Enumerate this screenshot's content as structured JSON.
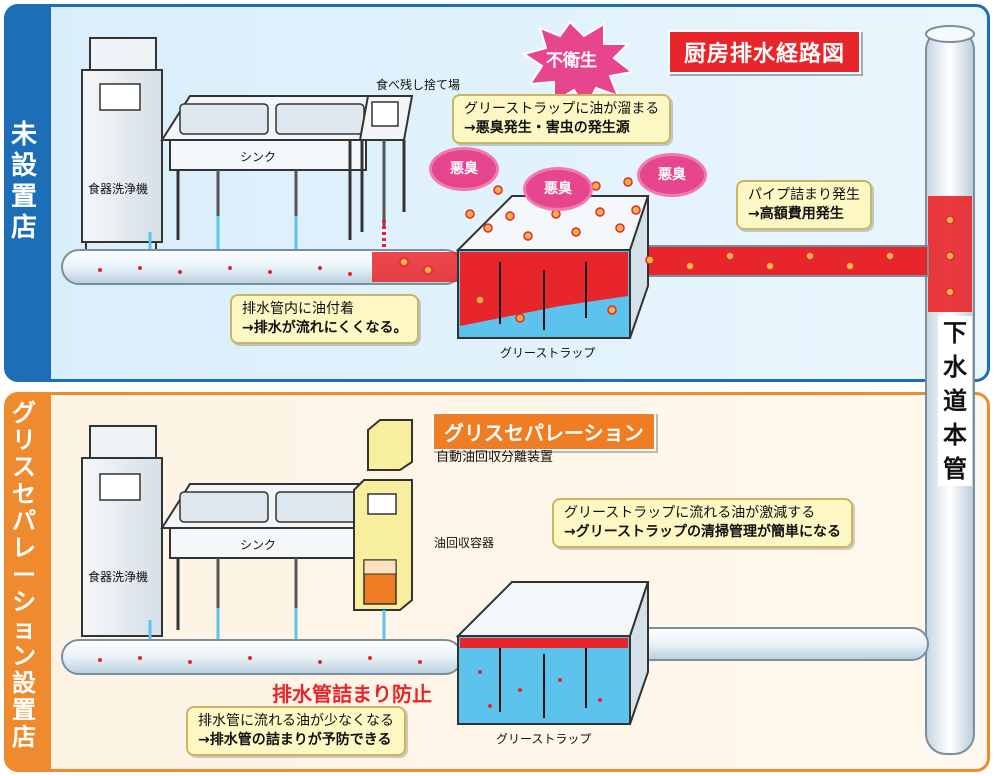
{
  "title": "厨房排水経路図",
  "top_section": {
    "label": "未設置店",
    "unsanitary_burst": "不衛生",
    "dishwasher": "食器洗浄機",
    "sink": "シンク",
    "leftover_bin": "食べ残し捨て場",
    "grease_trap": "グリーストラップ",
    "odor_clouds": [
      "悪臭",
      "悪臭",
      "悪臭"
    ],
    "callout_oil_pool": {
      "line1": "グリーストラップに油が溜まる",
      "line2": "→悪臭発生・害虫の発生源"
    },
    "callout_pipe_clog": {
      "line1": "パイプ詰まり発生",
      "line2": "→高額費用発生"
    },
    "callout_oil_stick": {
      "line1": "排水管内に油付着",
      "line2": "→排水が流れにくくなる。"
    }
  },
  "bottom_section": {
    "label": "グリスセパレーション設置店",
    "badge": "グリスセパレーション",
    "device_name": "自動油回収分離装置",
    "oil_container": "油回収容器",
    "dishwasher": "食器洗浄機",
    "sink": "シンク",
    "grease_trap": "グリーストラップ",
    "prevent_text": "排水管詰まり防止",
    "callout_reduce": {
      "line1": "グリーストラップに流れる油が激減する",
      "line2": "→グリーストラップの清掃管理が簡単になる"
    },
    "callout_less_oil": {
      "line1": "排水管に流れる油が少なくなる",
      "line2": "→排水管の詰まりが予防できる"
    }
  },
  "main_sewer_pipe": "下水道本管",
  "colors": {
    "top_border": "#1c6fb6",
    "bottom_border": "#ef8a2e",
    "oil_red": "#e8252a",
    "water_blue": "#5cc3ec",
    "odor_pink": "#e8458f"
  }
}
